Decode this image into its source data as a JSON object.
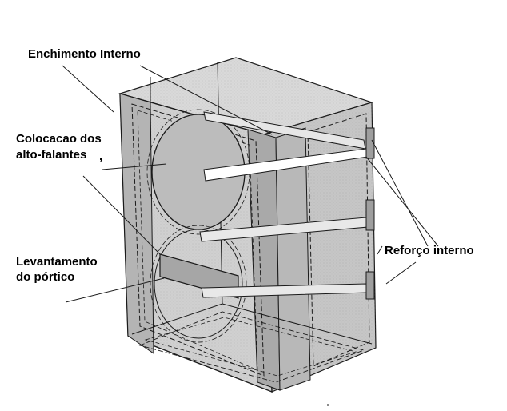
{
  "labels": {
    "enchimento": "Enchimento Interno",
    "colocacao_line1": "Colocacao dos",
    "colocacao_line2": "alto-falantes",
    "colocacao_mark": ",",
    "levantamento_line1": "Levantamento",
    "levantamento_line2": "do pórtico",
    "reforco": "Reforço interno"
  },
  "colors": {
    "ink": "#1a1a1a",
    "panel_light": "#d6d6d6",
    "panel_mid": "#c2c2c2",
    "panel_dark": "#a9a9a9",
    "driver": "#bcbcbc",
    "port": "#a6a6a6",
    "background": "#ffffff"
  }
}
